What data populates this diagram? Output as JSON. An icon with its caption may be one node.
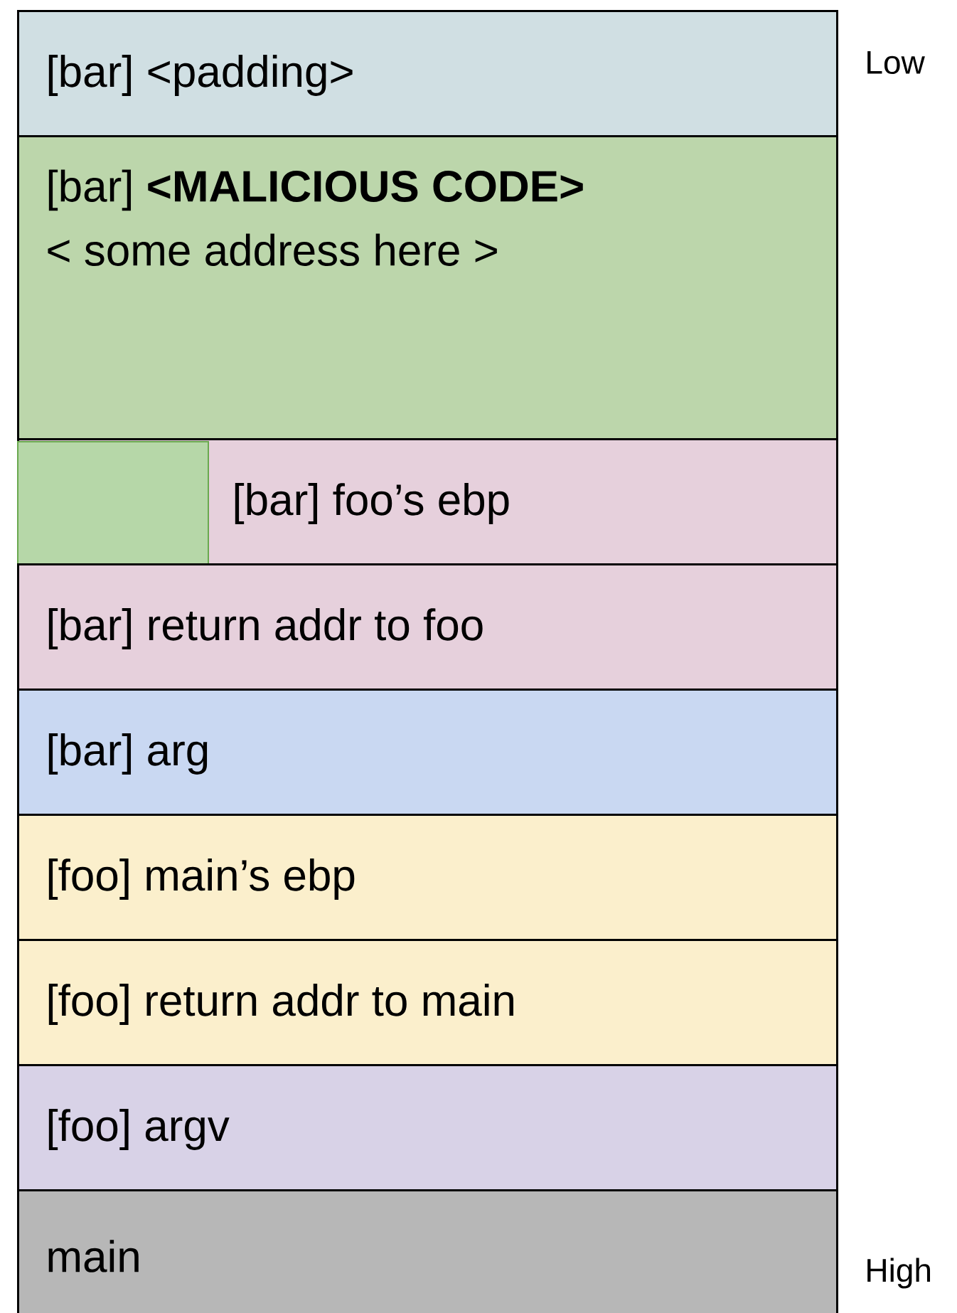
{
  "diagram": {
    "nodes": [
      {
        "text": [
          "[bar] <padding>"
        ]
      },
      {
        "text": [
          "[bar] **<MALICIOUS CODE>**",
          "< some address here >"
        ]
      },
      {
        "text": [
          "[bar] foo’s ebp"
        ]
      },
      {
        "text": [],
        "shape": "box",
        "in": 2
      },
      {
        "text": [
          "[bar] return addr to foo"
        ]
      },
      {
        "text": [
          "[bar] arg"
        ]
      },
      {
        "text": [
          "[foo] main’s ebp"
        ]
      },
      {
        "text": [
          "[foo] return addr to main"
        ]
      },
      {
        "text": [
          "[foo] argv"
        ]
      },
      {
        "text": [
          "main"
        ]
      }
    ],
    "labels": [
      "Low",
      "High"
    ]
  }
}
